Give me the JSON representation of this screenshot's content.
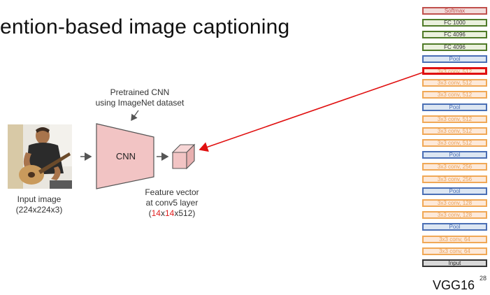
{
  "title": "ention-based image captioning",
  "input_image": {
    "label_line1": "Input image",
    "label_line2": "(224x224x3)"
  },
  "cnn": {
    "label": "CNN",
    "note_line1": "Pretrained CNN",
    "note_line2": "using ImageNet dataset"
  },
  "feature": {
    "line1": "Feature vector",
    "line2": "at conv5 layer",
    "dims": {
      "open": "(",
      "a": "14",
      "x1": "x",
      "b": "14",
      "rest": "x512)"
    }
  },
  "vgg": {
    "name": "VGG16",
    "page_number": "28",
    "layers": [
      {
        "label": "Softmax",
        "kind": "softmax"
      },
      {
        "label": "FC 1000",
        "kind": "fc"
      },
      {
        "label": "FC 4096",
        "kind": "fc"
      },
      {
        "label": "FC 4096",
        "kind": "fc"
      },
      {
        "label": "Pool",
        "kind": "pool"
      },
      {
        "label": "3x3 conv, 512",
        "kind": "conv",
        "highlighted": true
      },
      {
        "label": "3x3 conv, 512",
        "kind": "conv"
      },
      {
        "label": "3x3 conv, 512",
        "kind": "conv"
      },
      {
        "label": "Pool",
        "kind": "pool"
      },
      {
        "label": "3x3 conv, 512",
        "kind": "conv"
      },
      {
        "label": "3x3 conv, 512",
        "kind": "conv"
      },
      {
        "label": "3x3 conv, 512",
        "kind": "conv"
      },
      {
        "label": "Pool",
        "kind": "pool"
      },
      {
        "label": "3x3 conv, 256",
        "kind": "conv"
      },
      {
        "label": "3x3 conv, 256",
        "kind": "conv"
      },
      {
        "label": "Pool",
        "kind": "pool"
      },
      {
        "label": "3x3 conv, 128",
        "kind": "conv"
      },
      {
        "label": "3x3 conv, 128",
        "kind": "conv"
      },
      {
        "label": "Pool",
        "kind": "pool"
      },
      {
        "label": "3x3 conv, 64",
        "kind": "conv"
      },
      {
        "label": "3x3 conv, 64",
        "kind": "conv"
      },
      {
        "label": "Input",
        "kind": "input"
      }
    ]
  },
  "colors": {
    "cnn_fill": "#f2c4c4",
    "cnn_stroke": "#555555",
    "arrow_red": "#e01010",
    "highlight_red": "#e01010"
  }
}
